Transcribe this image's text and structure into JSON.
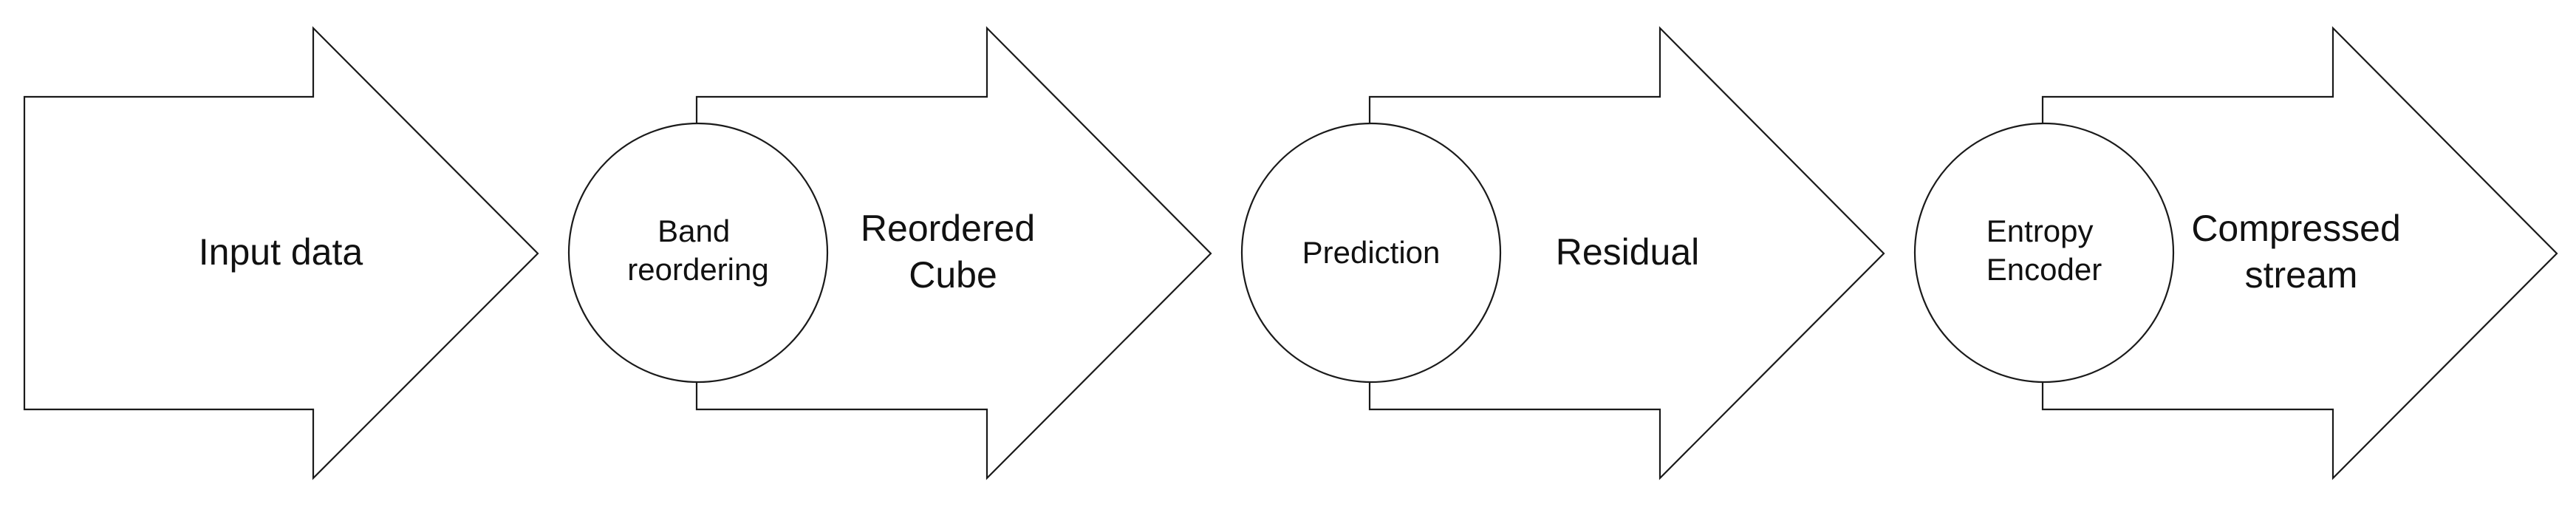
{
  "diagram": {
    "arrows": [
      {
        "label_lines": [
          "Input data"
        ]
      },
      {
        "label_lines": [
          "Reordered",
          "Cube"
        ]
      },
      {
        "label_lines": [
          "Residual"
        ]
      },
      {
        "label_lines": [
          "Compressed",
          "stream"
        ]
      }
    ],
    "processes": [
      {
        "label_lines": [
          "Band",
          "reordering"
        ]
      },
      {
        "label_lines": [
          "Prediction"
        ]
      },
      {
        "label_lines": [
          "Entropy",
          "Encoder"
        ]
      }
    ]
  }
}
